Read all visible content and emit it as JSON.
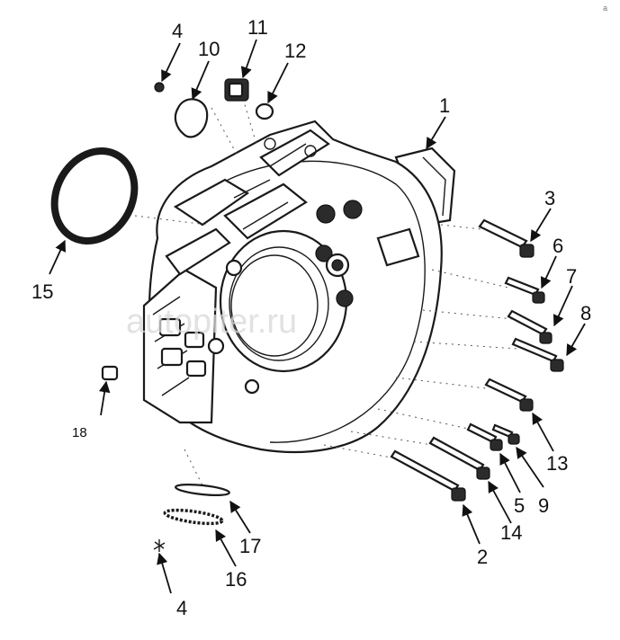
{
  "watermark": "autopiter.ru",
  "corner_mark": "a",
  "callouts": [
    {
      "id": "p1",
      "label": "1"
    },
    {
      "id": "p2",
      "label": "2"
    },
    {
      "id": "p3",
      "label": "3"
    },
    {
      "id": "p4a",
      "label": "4"
    },
    {
      "id": "p4b",
      "label": "4"
    },
    {
      "id": "p5",
      "label": "5"
    },
    {
      "id": "p6",
      "label": "6"
    },
    {
      "id": "p7",
      "label": "7"
    },
    {
      "id": "p8",
      "label": "8"
    },
    {
      "id": "p9",
      "label": "9"
    },
    {
      "id": "p10",
      "label": "10"
    },
    {
      "id": "p11",
      "label": "11"
    },
    {
      "id": "p12",
      "label": "12"
    },
    {
      "id": "p13",
      "label": "13"
    },
    {
      "id": "p14",
      "label": "14"
    },
    {
      "id": "p15",
      "label": "15"
    },
    {
      "id": "p16",
      "label": "16"
    },
    {
      "id": "p17",
      "label": "17"
    },
    {
      "id": "p18",
      "label": "18"
    }
  ]
}
